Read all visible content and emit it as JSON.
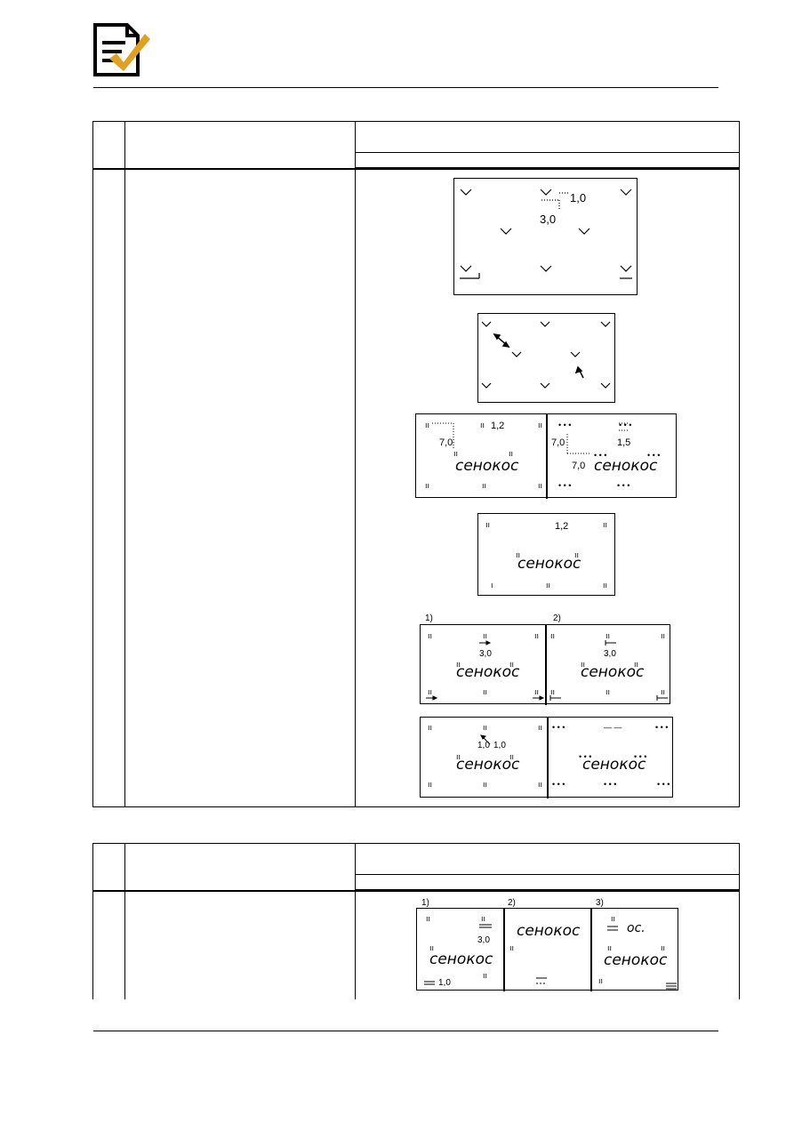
{
  "header": {
    "logo_icon": "document-checkmark-icon",
    "logo_color": "#e0a020"
  },
  "table1": {
    "diagrams": {
      "d1": {
        "label_a": "1,0",
        "label_b": "3,0"
      },
      "d3": {
        "left_a": "7,0",
        "left_b": "1,2",
        "left_word": "сенокос",
        "right_a": "7,0",
        "right_b": "1,5",
        "right_c": "7,0",
        "right_word": "сенокос"
      },
      "d4": {
        "label": "1,2",
        "word": "сенокос"
      },
      "d5": {
        "num1": "1)",
        "num2": "2)",
        "left_val": "3,0",
        "left_word": "сенокос",
        "right_val": "3,0",
        "right_word": "сенокос"
      },
      "d6": {
        "val_a": "1,0",
        "val_b": "1,0",
        "left_word": "сенокос",
        "right_word": "сенокос"
      }
    }
  },
  "table2": {
    "diagram": {
      "num1": "1)",
      "num2": "2)",
      "num3": "3)",
      "p1_val": "3,0",
      "p1_word": "сенокос",
      "p1_bottom": "1,0",
      "p2_word": "сенокос",
      "p3_top": "ос.",
      "p3_word": "сенокос"
    }
  }
}
